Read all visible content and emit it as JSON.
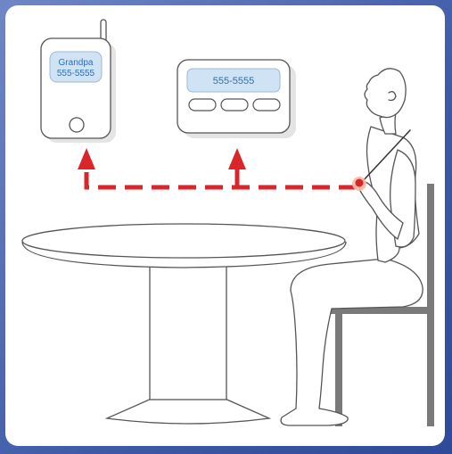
{
  "phone": {
    "name_label": "Grandpa",
    "number_label": "555-5555"
  },
  "pager": {
    "display_label": "555-5555"
  },
  "colors": {
    "frame": "#3e5aa6",
    "panel": "#ffffff",
    "signal": "#d9262b",
    "screen": "#cfe3f5",
    "screen_text": "#2f6db5",
    "outline": "#555555",
    "chair": "#777777"
  },
  "icons": {
    "signal_arrow": "arrow-up-icon",
    "pendant": "red-dot-icon"
  }
}
